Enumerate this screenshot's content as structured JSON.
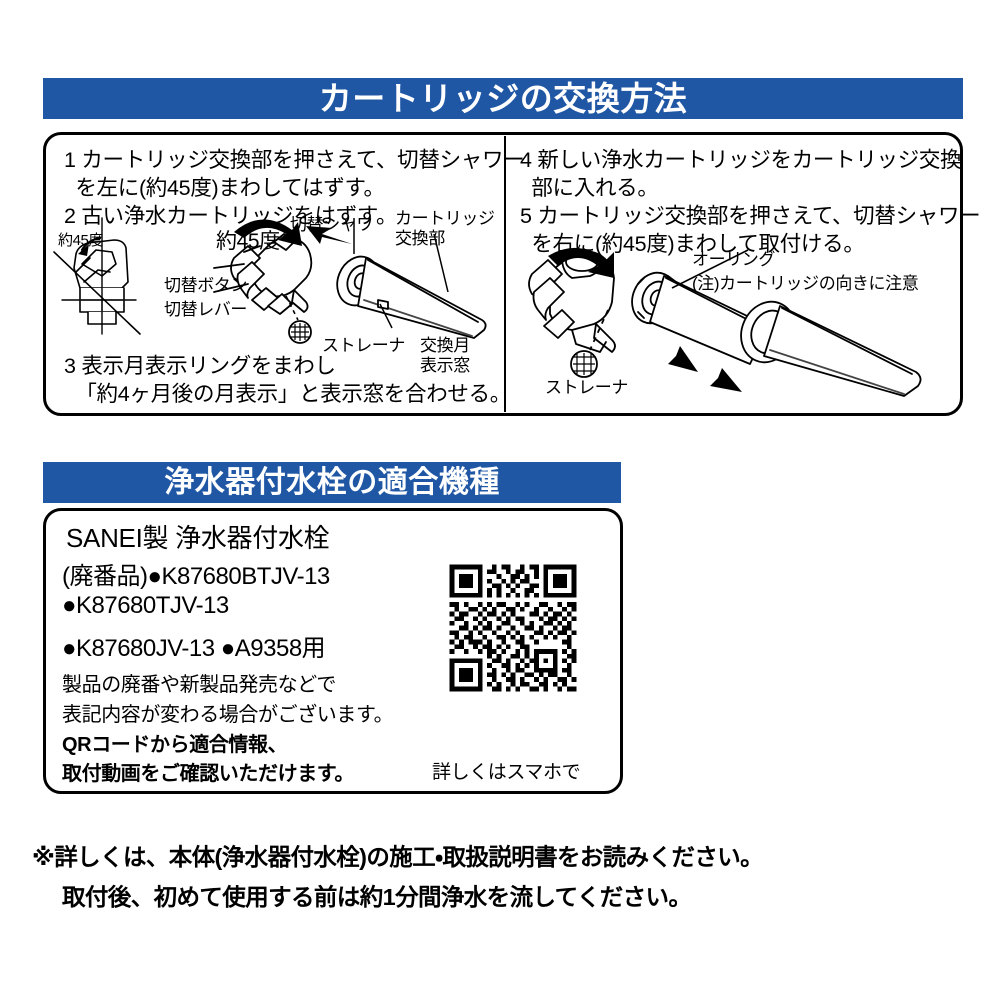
{
  "sections": {
    "cartridge_replacement": {
      "header": "カートリッジの交換方法",
      "steps_left": [
        "1 カートリッジ交換部を押さえて、切替シャワー",
        "  を左に(約45度)まわしてはずす。",
        "2 古い浄水カートリッジをはずす。"
      ],
      "step3": [
        "3 表示月表示リングをまわし",
        "  「約4ヶ月後の月表示」と表示窓を合わせる。"
      ],
      "steps_right": [
        "4 新しい浄水カートリッジをカートリッジ交換",
        "  部に入れる。",
        "5 カートリッジ交換部を押さえて、切替シャワー",
        "  を右に(約45度)まわして取付ける。"
      ],
      "figure_left_labels": {
        "angle_small": "約45度",
        "angle_large": "約45度",
        "switch_button": "切替ボタン",
        "switch_lever": "切替レバー",
        "switch_shower": "切替シャワ",
        "cartridge_unit": "カートリッジ\n交換部",
        "strainer": "ストレーナ",
        "month_window": "交換月\n表示窓"
      },
      "figure_right_labels": {
        "o_ring": "オーリング",
        "caution": "(注)カートリッジの向きに注意",
        "strainer": "ストレーナ"
      }
    },
    "compatible_models": {
      "header": "浄水器付水栓の適合機種",
      "title": "SANEI製 浄水器付水栓",
      "models": [
        "(廃番品)●K87680BTJV-13",
        "●K87680TJV-13",
        "●K87680JV-13 ●A9358用"
      ],
      "notes": [
        "製品の廃番や新製品発売などで",
        "表記内容が変わる場合がございます。",
        "QRコードから適合情報、",
        "取付動画をご確認いただけます。"
      ],
      "smartphone_note": "詳しくはスマホで",
      "qr_alt": "qr-code"
    }
  },
  "footer": {
    "lines": [
      "※詳しくは、本体(浄水器付水栓)の施工・取扱説明書をお読みください。",
      "取付後、初めて使用する前は約1分間浄水を流してください。"
    ]
  },
  "colors": {
    "header_blue": "#1f57a5",
    "text_black": "#000000",
    "background": "#ffffff"
  }
}
